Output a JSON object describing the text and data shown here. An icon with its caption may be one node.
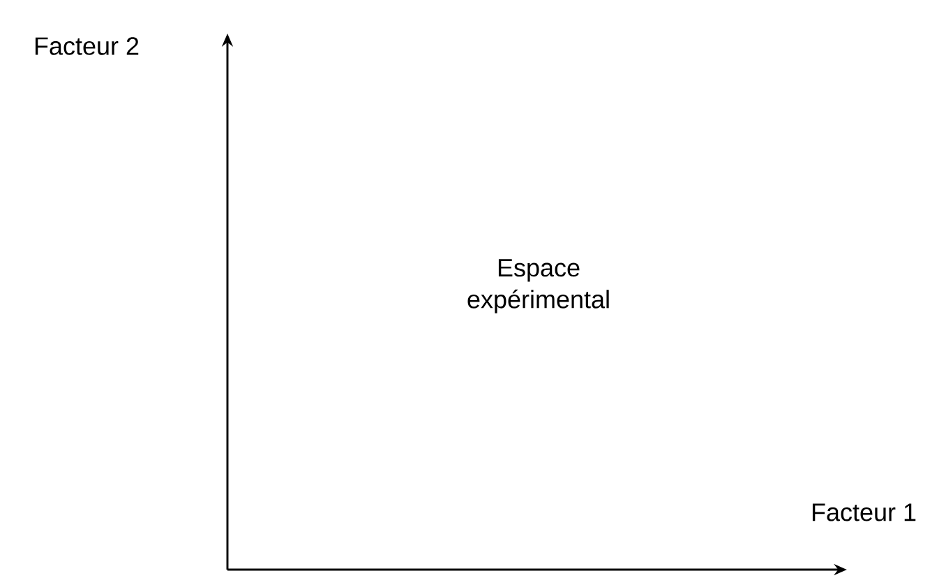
{
  "diagram": {
    "labels": [
      "Facteur 2",
      "Espace expérimental",
      "Facteur 1"
    ]
  }
}
